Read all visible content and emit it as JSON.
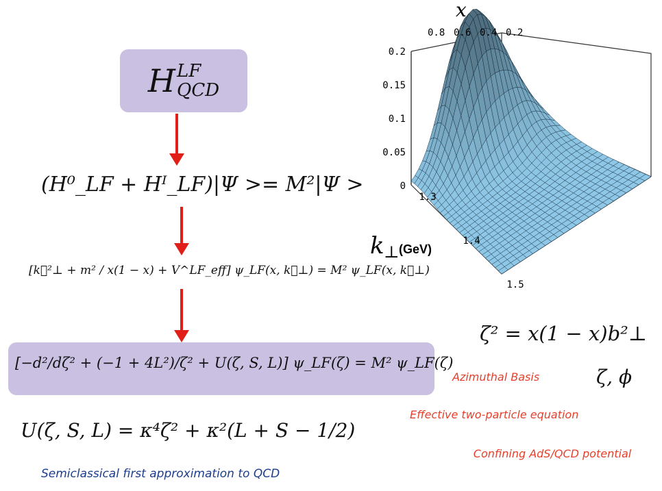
{
  "hamiltonian": {
    "H": "H",
    "sup": "LF",
    "sub": "QCD"
  },
  "eq1": "(H⁰_LF + Hᴵ_LF)|Ψ >= M²|Ψ >",
  "eq2": "[k⃗²⊥ + m² / x(1 − x) + V^LF_eff] ψ_LF(x, k⃗⊥) = M² ψ_LF(x, k⃗⊥)",
  "eq3": "[−d²/dζ² + (−1 + 4L²)/ζ² + U(ζ, S, L)] ψ_LF(ζ) = M² ψ_LF(ζ)",
  "eq4": "U(ζ, S, L) = κ⁴ζ² + κ²(L + S − 1/2)",
  "semiclassical": "Semiclassical first approximation to QCD",
  "zeta_eq": "ζ² = x(1 − x)b²⊥",
  "azimuthal": "Azimuthal Basis",
  "zeta_phi": "ζ, ϕ",
  "effective": "Effective two-particle equation",
  "confining": "Confining AdS/QCD potential",
  "plot": {
    "x_axis_title": "x",
    "x_ticks": [
      "0.8",
      "0.6",
      "0.4",
      "0.2"
    ],
    "z_ticks": [
      "0.2",
      "0.15",
      "0.1",
      "0.05",
      "0"
    ],
    "k_ticks": [
      "1.3",
      "1.4",
      "1.5"
    ],
    "k_label": "k",
    "k_sub": "⊥",
    "k_unit": "(GeV)",
    "surface_color": "#8fc8e6",
    "mesh_color": "#1c3a52"
  }
}
